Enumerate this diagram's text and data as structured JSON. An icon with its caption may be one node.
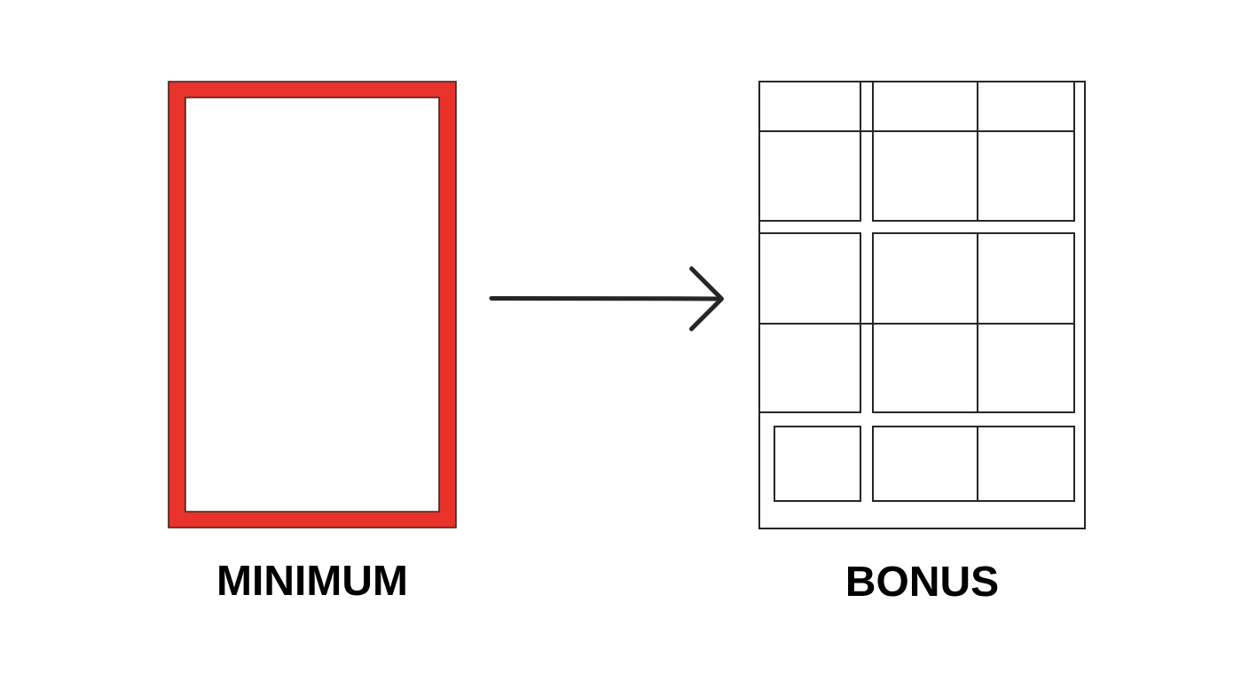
{
  "diagram": {
    "nodes": [
      {
        "text": [
          "MINIMUM"
        ]
      },
      {
        "text": [
          "BONUS"
        ]
      }
    ],
    "edges": [
      {
        "from": 0,
        "to": 1,
        "arrow": "to"
      }
    ]
  }
}
